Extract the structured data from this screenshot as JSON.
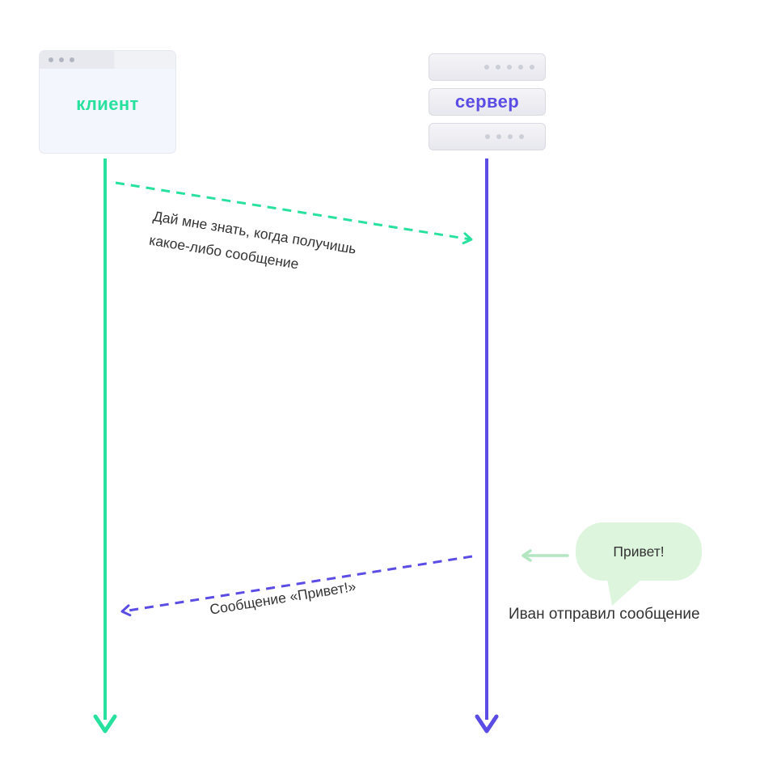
{
  "colors": {
    "green": "#29e19e",
    "purple": "#5a4ce4",
    "paleGreen": "#b4e6c2",
    "bubbleBg": "#def5dd",
    "textDark": "#333333",
    "windowBg": "#f3f6fc",
    "windowDot": "#b0b5c1",
    "rackDot": "#ccced8",
    "rackBorder": "#dadae2"
  },
  "client": {
    "label": "клиент"
  },
  "server": {
    "label": "сервер"
  },
  "request": {
    "line1": "Дай мне знать, когда получишь",
    "line2": "какое-либо сообщение"
  },
  "response": {
    "label": "Сообщение «Привет!»"
  },
  "notification": {
    "bubble_text": "Привет!",
    "caption": "Иван отправил сообщение"
  }
}
